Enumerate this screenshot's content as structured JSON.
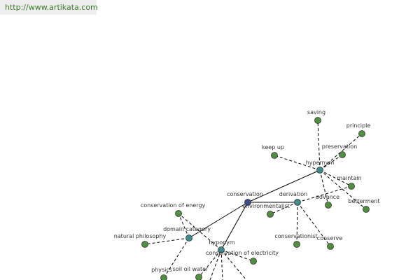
{
  "url": "http://www.artikata.com",
  "colors": {
    "root": "#3b4f8f",
    "relation": "#3f8a8a",
    "leaf": "#4f8f3f",
    "node_stroke": "#333333"
  },
  "nodes": [
    {
      "id": "conservation",
      "label": "conservation",
      "kind": "root"
    },
    {
      "id": "derivation",
      "label": "derivation",
      "kind": "relation"
    },
    {
      "id": "hypernym",
      "label": "hypernym",
      "kind": "relation"
    },
    {
      "id": "domain-category",
      "label": "domain category",
      "kind": "relation"
    },
    {
      "id": "hyponym",
      "label": "hyponym",
      "kind": "relation"
    },
    {
      "id": "saving",
      "label": "saving",
      "kind": "leaf"
    },
    {
      "id": "principle",
      "label": "principle",
      "kind": "leaf"
    },
    {
      "id": "preservation",
      "label": "preservation",
      "kind": "leaf"
    },
    {
      "id": "keep-up",
      "label": "keep up",
      "kind": "leaf"
    },
    {
      "id": "maintain",
      "label": "maintain",
      "kind": "leaf"
    },
    {
      "id": "advance",
      "label": "advance",
      "kind": "leaf"
    },
    {
      "id": "betterment",
      "label": "betterment",
      "kind": "leaf"
    },
    {
      "id": "environmentalist",
      "label": "environmentalist",
      "kind": "leaf"
    },
    {
      "id": "conservationist",
      "label": "conservationist",
      "kind": "leaf"
    },
    {
      "id": "conserve",
      "label": "conserve",
      "kind": "leaf"
    },
    {
      "id": "conservation-of-energy",
      "label": "conservation of energy",
      "kind": "leaf"
    },
    {
      "id": "natural-philosophy",
      "label": "natural philosophy",
      "kind": "leaf"
    },
    {
      "id": "physics",
      "label": "physics",
      "kind": "leaf"
    },
    {
      "id": "soil-oil-water",
      "label": "soil oil water",
      "kind": "leaf"
    },
    {
      "id": "conservation-of-electricity",
      "label": "conservation of electricity",
      "kind": "leaf"
    }
  ],
  "edges": [
    {
      "from": "conservation",
      "to": "derivation",
      "style": "solid"
    },
    {
      "from": "conservation",
      "to": "hypernym",
      "style": "solid"
    },
    {
      "from": "conservation",
      "to": "domain-category",
      "style": "solid"
    },
    {
      "from": "conservation",
      "to": "hyponym",
      "style": "solid"
    },
    {
      "from": "hypernym",
      "to": "saving",
      "style": "dashed"
    },
    {
      "from": "hypernym",
      "to": "principle",
      "style": "dashed"
    },
    {
      "from": "hypernym",
      "to": "preservation",
      "style": "dashed"
    },
    {
      "from": "hypernym",
      "to": "keep-up",
      "style": "dashed"
    },
    {
      "from": "hypernym",
      "to": "maintain",
      "style": "dashed"
    },
    {
      "from": "hypernym",
      "to": "advance",
      "style": "dashed"
    },
    {
      "from": "hypernym",
      "to": "betterment",
      "style": "dashed"
    },
    {
      "from": "derivation",
      "to": "environmentalist",
      "style": "dashed"
    },
    {
      "from": "derivation",
      "to": "conservationist",
      "style": "dashed"
    },
    {
      "from": "derivation",
      "to": "conserve",
      "style": "dashed"
    },
    {
      "from": "derivation",
      "to": "maintain",
      "style": "dashed"
    },
    {
      "from": "domain-category",
      "to": "conservation-of-energy",
      "style": "dashed"
    },
    {
      "from": "domain-category",
      "to": "natural-philosophy",
      "style": "dashed"
    },
    {
      "from": "domain-category",
      "to": "physics",
      "style": "dashed"
    },
    {
      "from": "hyponym",
      "to": "soil-oil-water",
      "style": "dashed"
    },
    {
      "from": "hyponym",
      "to": "conservation-of-electricity",
      "style": "dashed"
    },
    {
      "from": "hyponym",
      "to": "conservation-of-energy",
      "style": "dashed"
    }
  ]
}
